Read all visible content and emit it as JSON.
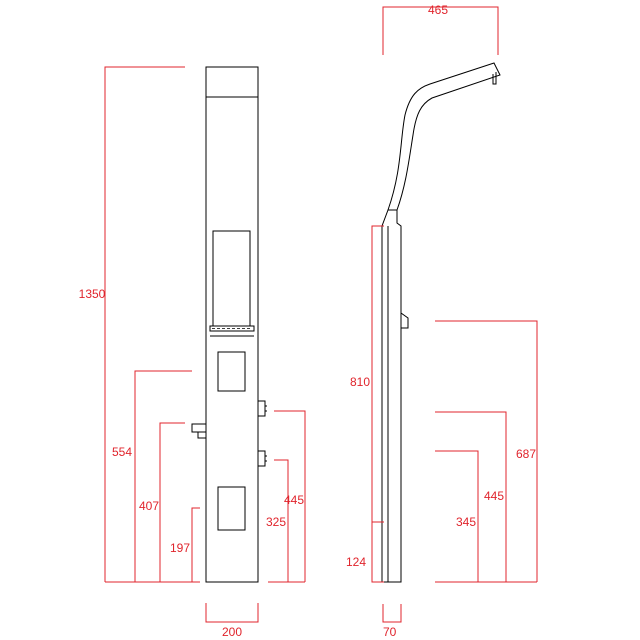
{
  "colors": {
    "dimension": "#e0242c",
    "outline": "#000000",
    "background": "#ffffff"
  },
  "front_view": {
    "dimensions": {
      "overall_height": "1350",
      "width": "200",
      "upper_outlet_height": "554",
      "mixer_height": "407",
      "lower_outlet_height": "197",
      "upper_knob_height": "445",
      "lower_knob_height": "325"
    }
  },
  "side_view": {
    "dimensions": {
      "head_reach": "465",
      "upper_span": "810",
      "bottom_offset": "124",
      "depth": "70",
      "upper_feature_height": "687",
      "middle_feature_height": "445",
      "lower_feature_height": "345"
    }
  }
}
